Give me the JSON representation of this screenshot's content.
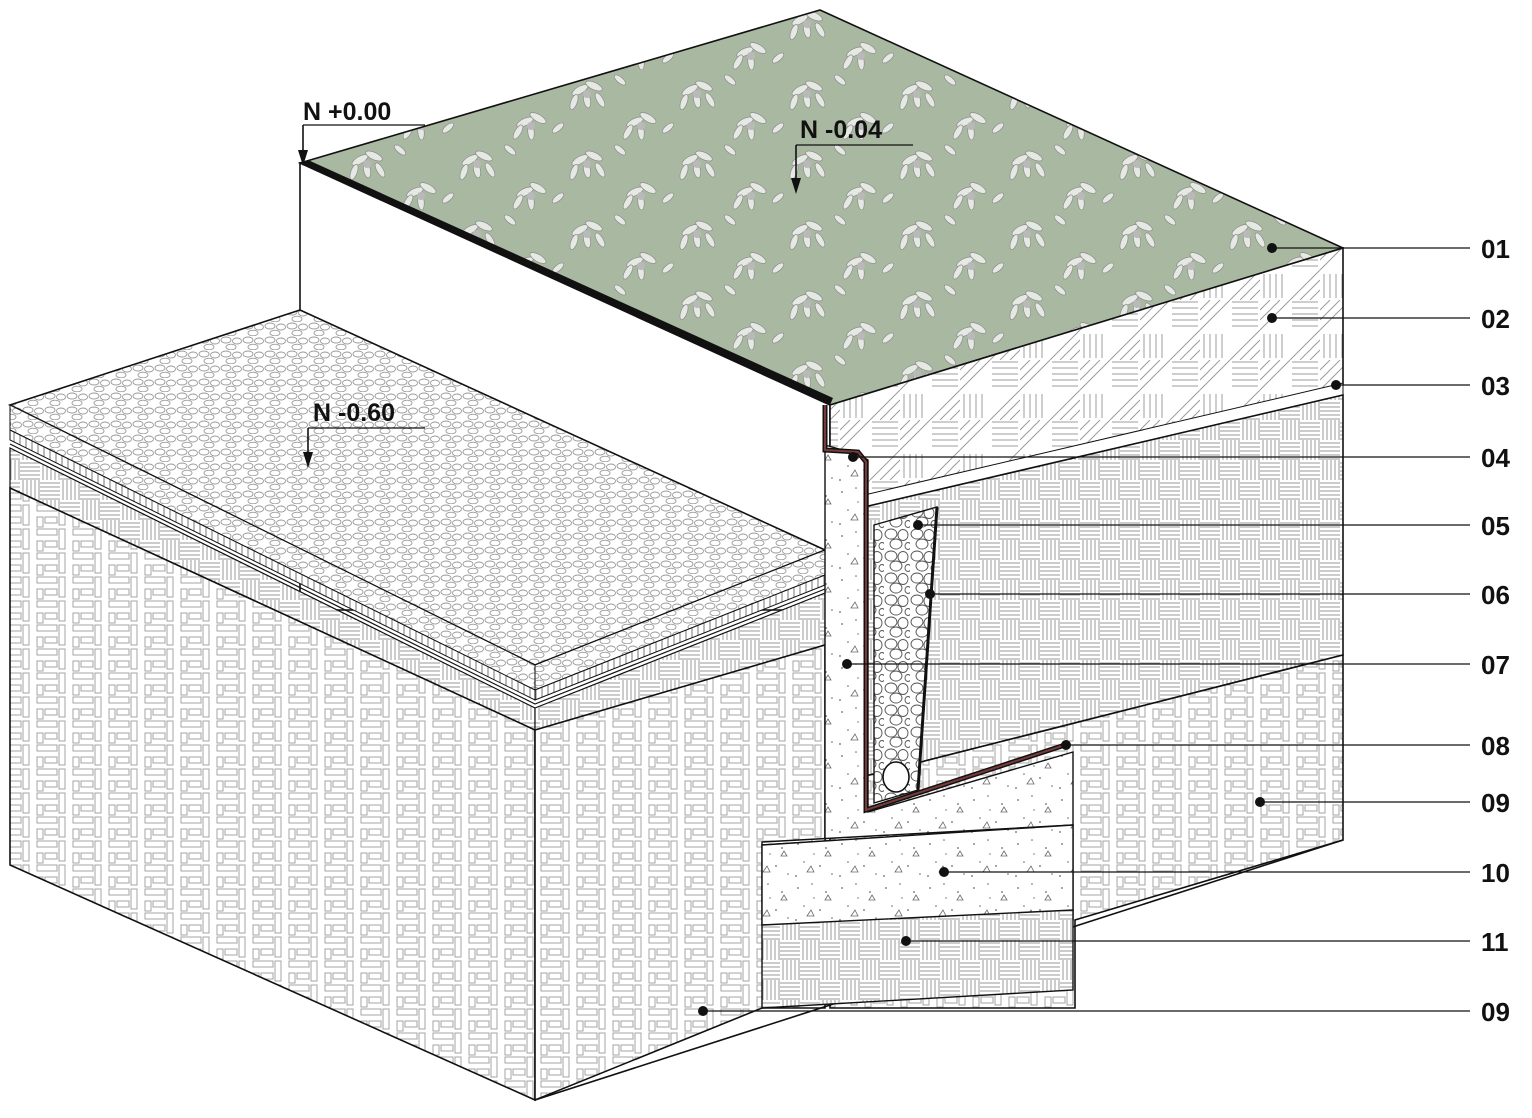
{
  "levels": [
    {
      "id": "n000",
      "text": "N +0.00"
    },
    {
      "id": "n004",
      "text": "N -0.04"
    },
    {
      "id": "n060",
      "text": "N -0.60"
    }
  ],
  "callouts": [
    {
      "label": "01"
    },
    {
      "label": "02"
    },
    {
      "label": "03"
    },
    {
      "label": "04"
    },
    {
      "label": "05"
    },
    {
      "label": "06"
    },
    {
      "label": "07"
    },
    {
      "label": "08"
    },
    {
      "label": "09"
    },
    {
      "label": "10"
    },
    {
      "label": "11"
    },
    {
      "label": "09"
    }
  ],
  "colors": {
    "planting": "#a9b8a0",
    "membrane": "#7a3a3a",
    "line": "#111111"
  }
}
